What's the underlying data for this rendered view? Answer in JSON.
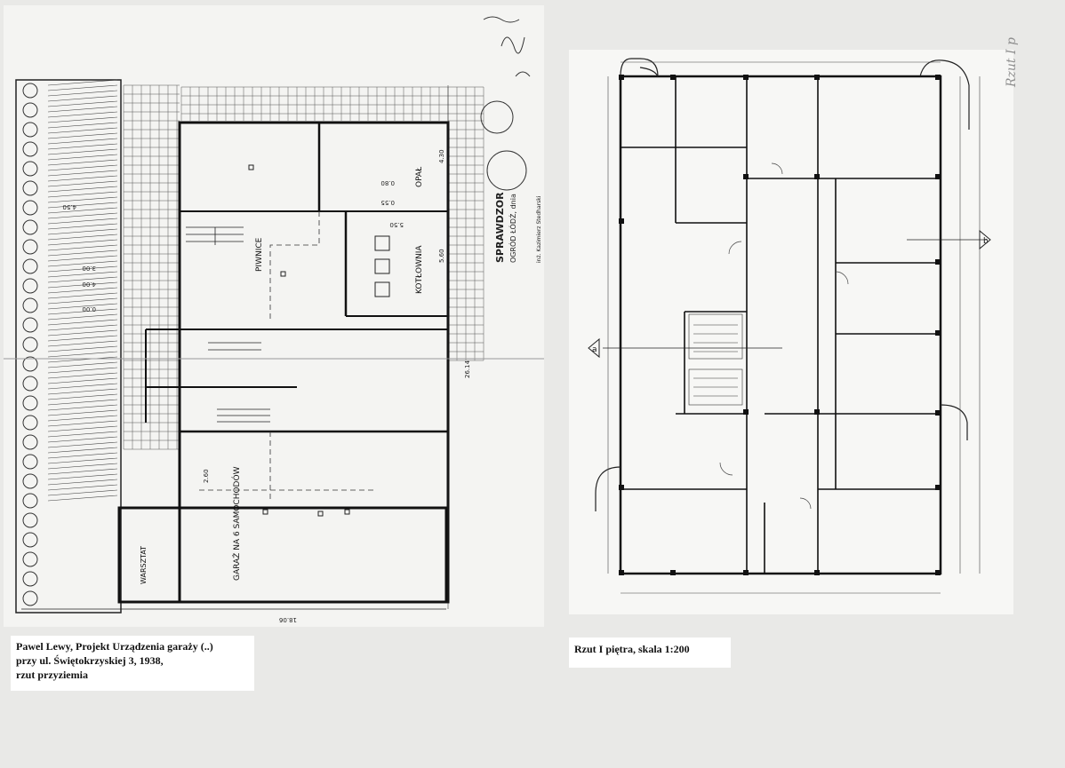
{
  "captions": {
    "left": [
      "Pawel Lewy, Projekt Urządzenia garaży (..)",
      "przy ul. Świętokrzyskiej 3, 1938,",
      "rzut przyziemia"
    ],
    "right": "Rzut I piętra, skala 1:200"
  },
  "left_plan": {
    "room_labels": {
      "piwnice": "PIWNICE",
      "opal": "OPAŁ",
      "kotlownia": "KOTŁOWNIA",
      "garaz": "GARAŻ NA 6 SAMOCHODÓW",
      "warsztat": "WARSZTAT"
    },
    "stamp": {
      "title": "SPRAWDZOR",
      "line": "OGRÓD ŁÓDŹ, dnia",
      "eng": "inż. Kazimierz Stedharski"
    },
    "dims": {
      "d1": "4.50",
      "d2": "0.55",
      "d3": "0.80",
      "d4": "5.50",
      "d5": "4.30",
      "d6": "5.60",
      "d7": "2.60",
      "d8": "18.06",
      "d9": "26.14",
      "d10": "4.00",
      "d11": "3.00",
      "d12": "0.00"
    }
  },
  "right_plan": {
    "markers": {
      "a": "a",
      "b": "b"
    }
  },
  "margin_note": "Rzut I p"
}
